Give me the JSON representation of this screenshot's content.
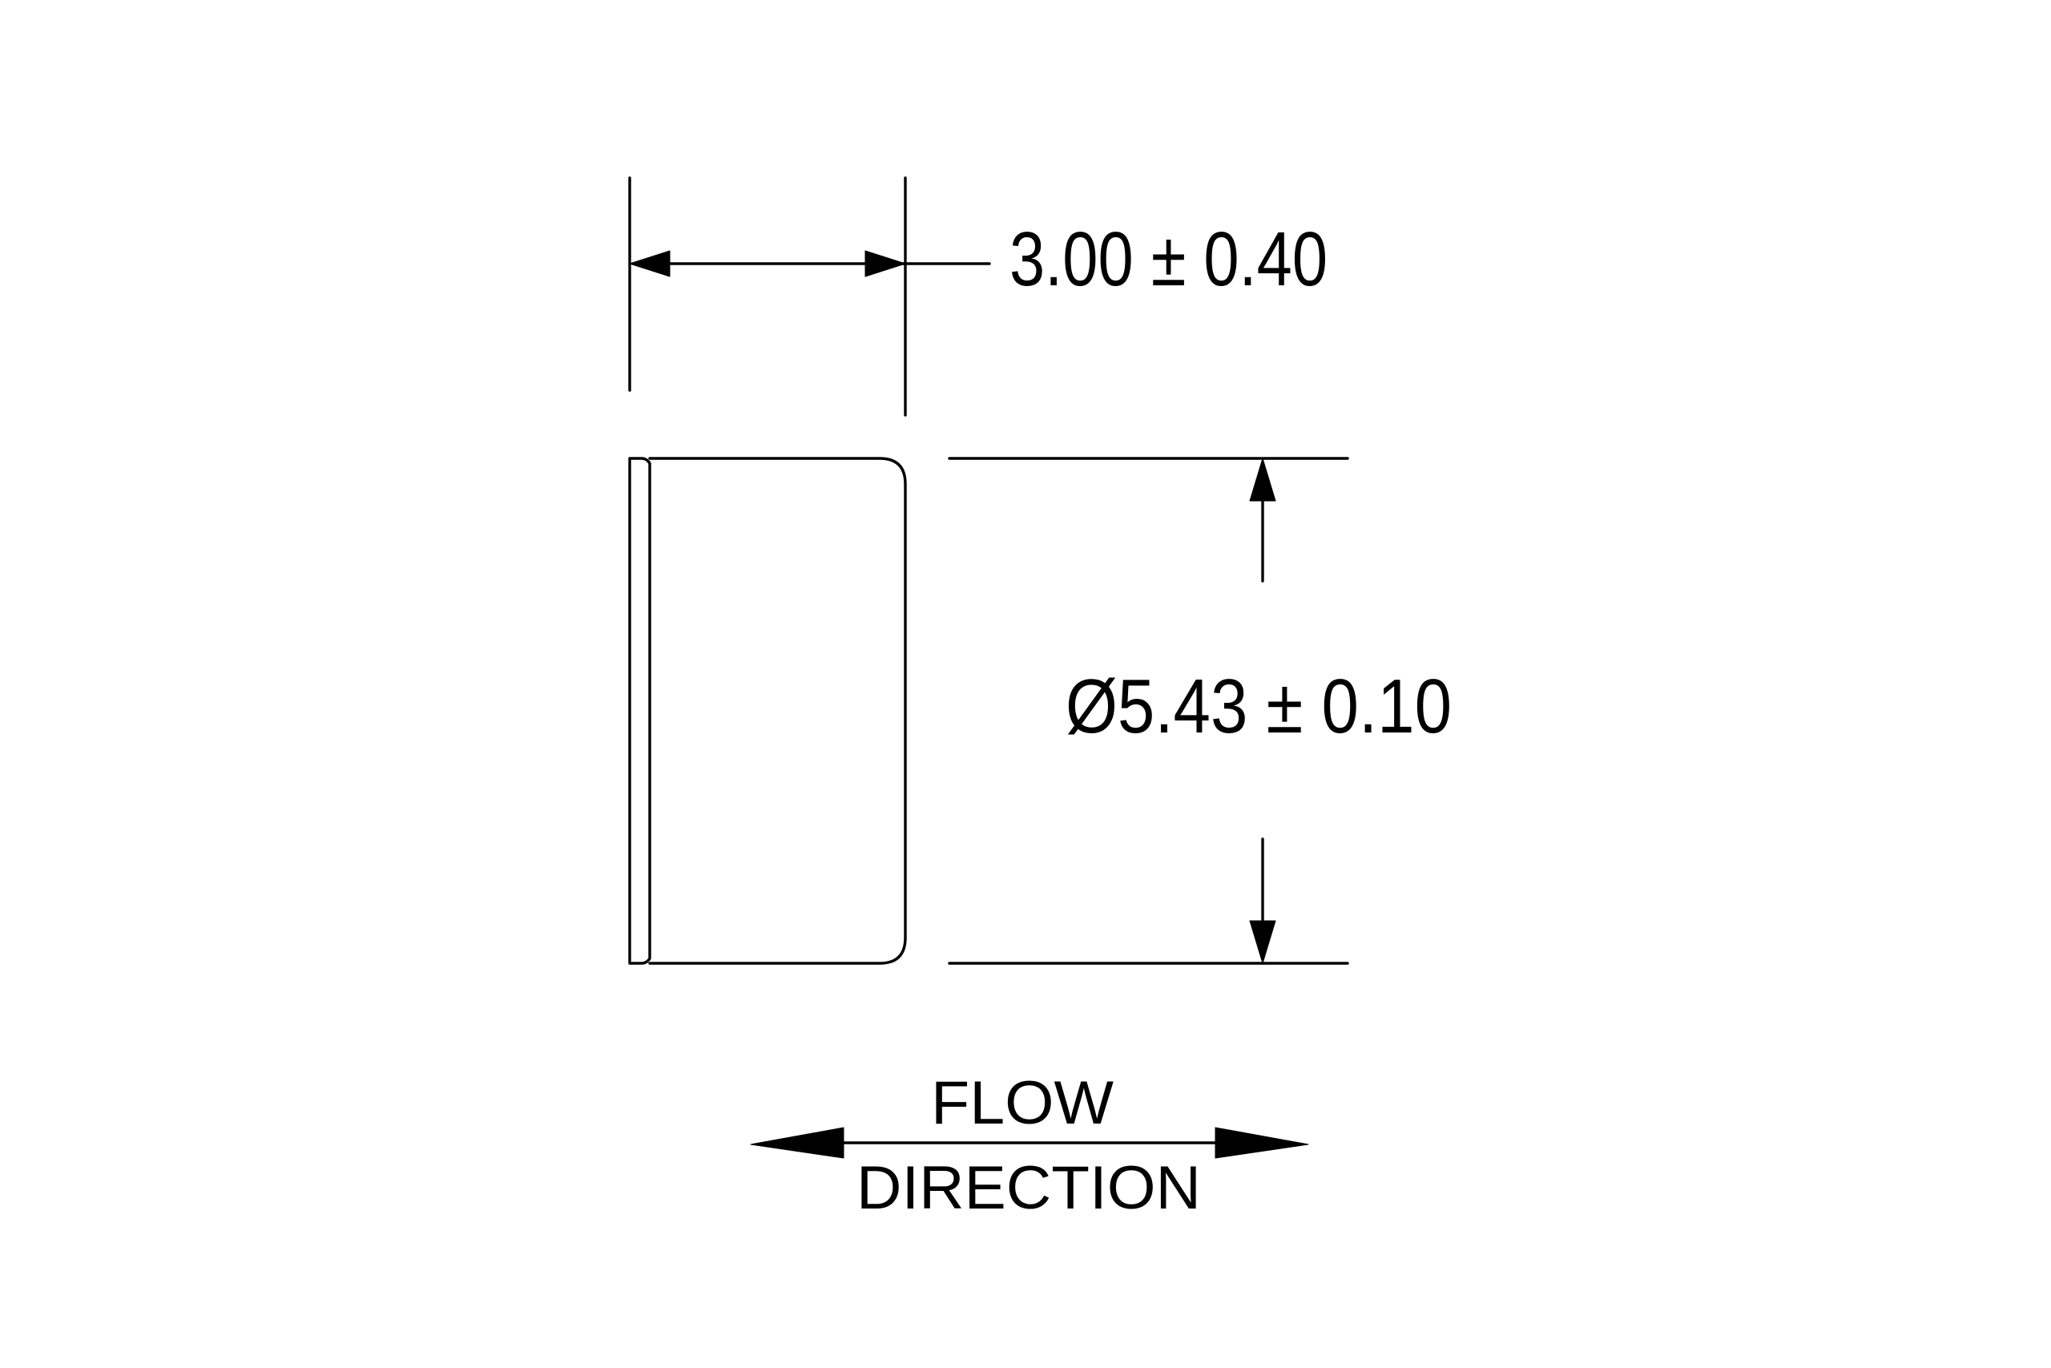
{
  "dimensions": {
    "width_label": "3.00 ± 0.40",
    "diameter_label": "Ø5.43 ± 0.10"
  },
  "flow": {
    "line1": "FLOW",
    "line2": "DIRECTION"
  },
  "colors": {
    "line": "#000000",
    "background": "#ffffff"
  }
}
